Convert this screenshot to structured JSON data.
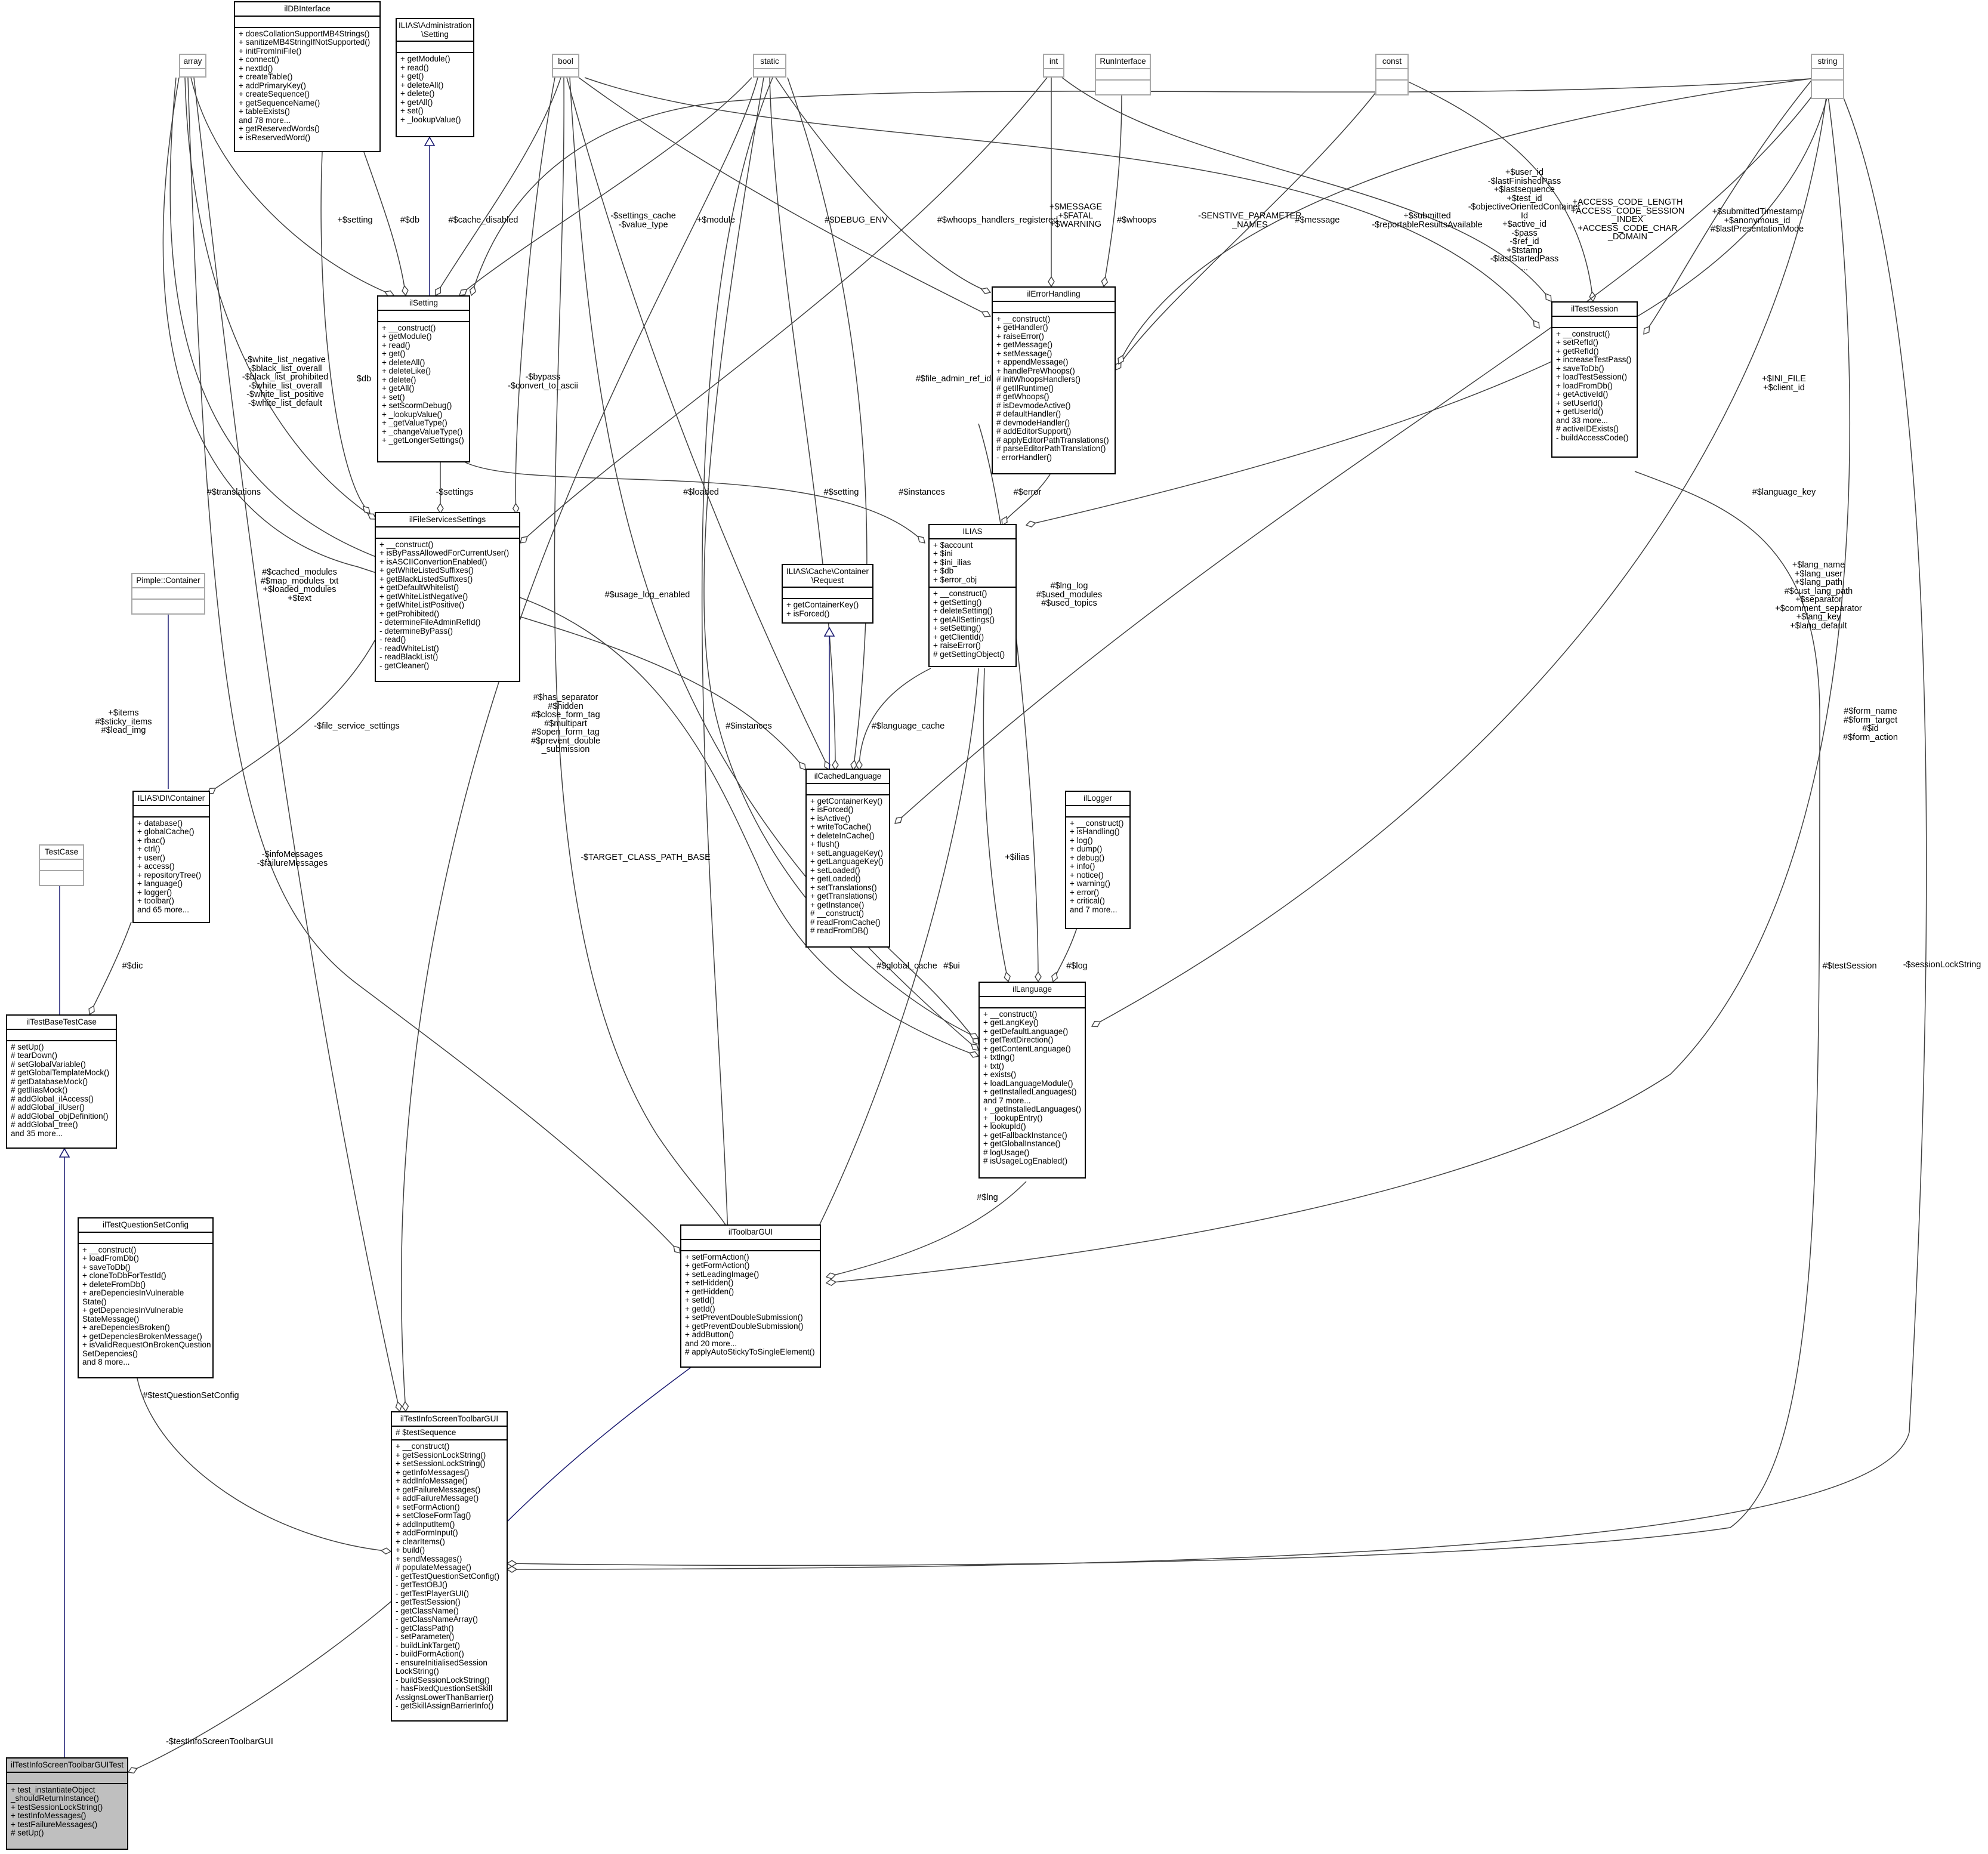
{
  "classes": {
    "array": {
      "title": "array",
      "sections": [
        [],
        []
      ]
    },
    "ilDBInterface": {
      "title": "ilDBInterface",
      "sections": [
        [],
        [
          "+ doesCollationSupportMB4Strings()",
          "+ sanitizeMB4StringIfNotSupported()",
          "+ initFromIniFile()",
          "+ connect()",
          "+ nextId()",
          "+ createTable()",
          "+ addPrimaryKey()",
          "+ createSequence()",
          "+ getSequenceName()",
          "+ tableExists()",
          "and 78 more...",
          "+ getReservedWords()",
          "+ isReservedWord()"
        ]
      ]
    },
    "ILIASAdministrationSetting": {
      "title": "ILIAS\\Administration\n\\Setting",
      "sections": [
        [],
        [
          "+ getModule()",
          "+ read()",
          "+ get()",
          "+ deleteAll()",
          "+ delete()",
          "+ getAll()",
          "+ set()",
          "+ _lookupValue()"
        ]
      ]
    },
    "bool": {
      "title": "bool",
      "sections": [
        [],
        []
      ]
    },
    "static": {
      "title": "static",
      "sections": [
        [],
        []
      ]
    },
    "int": {
      "title": "int",
      "sections": [
        [],
        []
      ]
    },
    "RunInterface": {
      "title": "RunInterface",
      "sections": [
        [],
        []
      ]
    },
    "const": {
      "title": "const",
      "sections": [
        [],
        []
      ]
    },
    "string": {
      "title": "string",
      "sections": [
        [],
        []
      ]
    },
    "ilSetting": {
      "title": "ilSetting",
      "sections": [
        [],
        [
          "+ __construct()",
          "+ getModule()",
          "+ read()",
          "+ get()",
          "+ deleteAll()",
          "+ deleteLike()",
          "+ delete()",
          "+ getAll()",
          "+ set()",
          "+ setScormDebug()",
          "+ _lookupValue()",
          "+ _getValueType()",
          "+ _changeValueType()",
          "+ _getLongerSettings()"
        ]
      ]
    },
    "ilErrorHandling": {
      "title": "ilErrorHandling",
      "sections": [
        [],
        [
          "+ __construct()",
          "+ getHandler()",
          "+ raiseError()",
          "+ getMessage()",
          "+ setMessage()",
          "+ appendMessage()",
          "+ handlePreWhoops()",
          "# initWhoopsHandlers()",
          "# getIlRuntime()",
          "# getWhoops()",
          "# isDevmodeActive()",
          "# defaultHandler()",
          "# devmodeHandler()",
          "# addEditorSupport()",
          "# applyEditorPathTranslations()",
          "# parseEditorPathTranslation()",
          "- errorHandler()"
        ]
      ]
    },
    "ilTestSession": {
      "title": "ilTestSession",
      "sections": [
        [],
        [
          "+ __construct()",
          "+ setRefId()",
          "+ getRefId()",
          "+ increaseTestPass()",
          "+ saveToDb()",
          "+ loadTestSession()",
          "+ loadFromDb()",
          "+ getActiveId()",
          "+ setUserId()",
          "+ getUserId()",
          "and 33 more...",
          "# activeIDExists()",
          "- buildAccessCode()"
        ]
      ]
    },
    "ilFileServicesSettings": {
      "title": "ilFileServicesSettings",
      "sections": [
        [],
        [
          "+ __construct()",
          "+ isByPassAllowedForCurrentUser()",
          "+ isASCIIConvertionEnabled()",
          "+ getWhiteListedSuffixes()",
          "+ getBlackListedSuffixes()",
          "+ getDefaultWhitelist()",
          "+ getWhiteListNegative()",
          "+ getWhiteListPositive()",
          "+ getProhibited()",
          "- determineFileAdminRefId()",
          "- determineByPass()",
          "- read()",
          "- readWhiteList()",
          "- readBlackList()",
          "- getCleaner()"
        ]
      ]
    },
    "ILIAS": {
      "title": "ILIAS",
      "sections": [
        [
          "+ $account",
          "+ $ini",
          "+ $ini_ilias",
          "+ $db",
          "+ $error_obj"
        ],
        [
          "+ __construct()",
          "+ getSetting()",
          "+ deleteSetting()",
          "+ getAllSettings()",
          "+ setSetting()",
          "+ getClientId()",
          "+ raiseError()",
          "# getSettingObject()"
        ]
      ]
    },
    "PimpleContainer": {
      "title": "Pimple::Container",
      "sections": [
        [],
        []
      ]
    },
    "ILIASCacheContainerRequest": {
      "title": "ILIAS\\Cache\\Container\n\\Request",
      "sections": [
        [],
        [
          "+ getContainerKey()",
          "+ isForced()"
        ]
      ]
    },
    "ILIASDIContainer": {
      "title": "ILIAS\\DI\\Container",
      "sections": [
        [],
        [
          "+ database()",
          "+ globalCache()",
          "+ rbac()",
          "+ ctrl()",
          "+ user()",
          "+ access()",
          "+ repositoryTree()",
          "+ language()",
          "+ logger()",
          "+ toolbar()",
          "and 65 more..."
        ]
      ]
    },
    "ilCachedLanguage": {
      "title": "ilCachedLanguage",
      "sections": [
        [],
        [
          "+ getContainerKey()",
          "+ isForced()",
          "+ isActive()",
          "+ writeToCache()",
          "+ deleteInCache()",
          "+ flush()",
          "+ setLanguageKey()",
          "+ getLanguageKey()",
          "+ setLoaded()",
          "+ getLoaded()",
          "+ setTranslations()",
          "+ getTranslations()",
          "+ getInstance()",
          "# __construct()",
          "# readFromCache()",
          "# readFromDB()"
        ]
      ]
    },
    "ilLogger": {
      "title": "ilLogger",
      "sections": [
        [],
        [
          "+ __construct()",
          "+ isHandling()",
          "+ log()",
          "+ dump()",
          "+ debug()",
          "+ info()",
          "+ notice()",
          "+ warning()",
          "+ error()",
          "+ critical()",
          "and 7 more..."
        ]
      ]
    },
    "TestCase": {
      "title": "TestCase",
      "sections": [
        [],
        []
      ]
    },
    "ilTestBaseTestCase": {
      "title": "ilTestBaseTestCase",
      "sections": [
        [],
        [
          "# setUp()",
          "# tearDown()",
          "# setGlobalVariable()",
          "# getGlobalTemplateMock()",
          "# getDatabaseMock()",
          "# getIliasMock()",
          "# addGlobal_ilAccess()",
          "# addGlobal_ilUser()",
          "# addGlobal_objDefinition()",
          "# addGlobal_tree()",
          "and 35 more..."
        ]
      ]
    },
    "ilLanguage": {
      "title": "ilLanguage",
      "sections": [
        [],
        [
          "+ __construct()",
          "+ getLangKey()",
          "+ getDefaultLanguage()",
          "+ getTextDirection()",
          "+ getContentLanguage()",
          "+ txtlng()",
          "+ txt()",
          "+ exists()",
          "+ loadLanguageModule()",
          "+ getInstalledLanguages()",
          "and 7 more...",
          "+ _getInstalledLanguages()",
          "+ _lookupEntry()",
          "+ lookupId()",
          "+ getFallbackInstance()",
          "+ getGlobalInstance()",
          "# logUsage()",
          "# isUsageLogEnabled()"
        ]
      ]
    },
    "ilTestQuestionSetConfig": {
      "title": "ilTestQuestionSetConfig",
      "sections": [
        [],
        [
          "+ __construct()",
          "+ loadFromDb()",
          "+ saveToDb()",
          "+ cloneToDbForTestId()",
          "+ deleteFromDb()",
          "+ areDepenciesInVulnerable",
          "State()",
          "+ getDepenciesInVulnerable",
          "StateMessage()",
          "+ areDepenciesBroken()",
          "+ getDepenciesBrokenMessage()",
          "+ isValidRequestOnBrokenQuestion",
          "SetDepencies()",
          "and 8 more..."
        ]
      ]
    },
    "ilToolbarGUI": {
      "title": "ilToolbarGUI",
      "sections": [
        [],
        [
          "+ setFormAction()",
          "+ getFormAction()",
          "+ setLeadingImage()",
          "+ setHidden()",
          "+ getHidden()",
          "+ setId()",
          "+ getId()",
          "+ setPreventDoubleSubmission()",
          "+ getPreventDoubleSubmission()",
          "+ addButton()",
          "and 20 more...",
          "# applyAutoStickyToSingleElement()"
        ]
      ]
    },
    "ilTestInfoScreenToolbarGUI": {
      "title": "ilTestInfoScreenToolbarGUI",
      "sections": [
        [
          "# $testSequence"
        ],
        [
          "+ __construct()",
          "+ getSessionLockString()",
          "+ setSessionLockString()",
          "+ getInfoMessages()",
          "+ addInfoMessage()",
          "+ getFailureMessages()",
          "+ addFailureMessage()",
          "+ setFormAction()",
          "+ setCloseFormTag()",
          "+ addInputItem()",
          "+ addFormInput()",
          "+ clearItems()",
          "+ build()",
          "+ sendMessages()",
          "# populateMessage()",
          "- getTestQuestionSetConfig()",
          "- getTestOBJ()",
          "- getTestPlayerGUI()",
          "- getTestSession()",
          "- getClassName()",
          "- getClassNameArray()",
          "- getClassPath()",
          "- setParameter()",
          "- buildLinkTarget()",
          "- buildFormAction()",
          "- ensureInitialisedSession",
          "LockString()",
          "- buildSessionLockString()",
          "- hasFixedQuestionSetSkill",
          "AssignsLowerThanBarrier()",
          "- getSkillAssignBarrierInfo()"
        ]
      ]
    },
    "ilTestInfoScreenToolbarGUITest": {
      "title": "ilTestInfoScreenToolbarGUITest",
      "sections": [
        [],
        [
          "+ test_instantiateObject",
          "_shouldReturnInstance()",
          "+ testSessionLockString()",
          "+ testInfoMessages()",
          "+ testFailureMessages()",
          "# setUp()"
        ]
      ]
    }
  },
  "edge_labels": {
    "e1": "+$setting",
    "e2": "#$db",
    "e3": "#$cache_disabled",
    "e4": "-$settings_cache\n-$value_type",
    "e5": "+$module",
    "e6": "#$DEBUG_ENV",
    "e7": "#$whoops_handlers_registered",
    "e8": "+$MESSAGE\n+$FATAL\n+$WARNING",
    "e9": "#$whoops",
    "e10": "-SENSTIVE_PARAMETER\n_NAMES",
    "e11": "#$message",
    "e12": "+$submitted\n-$reportableResultsAvailable",
    "e13": "+$user_id\n-$lastFinishedPass\n+$lastsequence\n+$test_id\n-$objectiveOrientedContainer\nId\n+$active_id\n-$pass\n-$ref_id\n+$tstamp\n-$lastStartedPass\n...",
    "e14": "+ACCESS_CODE_LENGTH\n+ACCESS_CODE_SESSION\n_INDEX\n+ACCESS_CODE_CHAR\n_DOMAIN",
    "e15": "+$submittedTimestamp\n+$anonymous_id\n#$lastPresentationMode",
    "e16": "-$white_list_negative\n-$black_list_overall\n-$black_list_prohibited\n-$white_list_overall\n-$white_list_positive\n-$white_list_default",
    "e17": "$db",
    "e18": "-$bypass\n-$convert_to_ascii",
    "e19": "-$settings",
    "e20": "#$file_admin_ref_id",
    "e21": "#$error",
    "e22": "#$translations",
    "e23": "#$loaded",
    "e24": "#$setting",
    "e25": "#$instances",
    "e26": "+$INI_FILE\n+$client_id",
    "e27": "#$language_key",
    "e28": "#$cached_modules\n#$map_modules_txt\n+$loaded_modules\n+$text",
    "e29": "#$usage_log_enabled",
    "e30": "#$lng_log\n#$used_modules\n#$used_topics",
    "e31": "+$lang_name\n+$lang_user\n+$lang_path\n#$cust_lang_path\n+$separator\n+$comment_separator\n+$lang_key\n+$lang_default",
    "e32": "-$file_service_settings",
    "e33": "#$language_cache",
    "e34": "+$items\n#$sticky_items\n#$lead_img",
    "e35": "#$has_separator\n#$hidden\n#$close_form_tag\n#$multipart\n#$open_form_tag\n#$prevent_double\n_submission",
    "e36": "#$instances",
    "e37": "#$form_name\n#$form_target\n#$id\n#$form_action",
    "e38": "-$infoMessages\n-$failureMessages",
    "e39": "-$TARGET_CLASS_PATH_BASE",
    "e40": "+$ilias",
    "e41": "#$dic",
    "e42": "#$global_cache",
    "e43": "#$ui",
    "e44": "#$log",
    "e45": "-$sessionLockString",
    "e46": "#$testSession",
    "e47": "#$lng",
    "e48": "#$testQuestionSetConfig",
    "e49": "-$testInfoScreenToolbarGUI"
  },
  "colors": {
    "border": "#000000",
    "grey_border": "#a8a8a8",
    "highlight_fill": "#bfbfbf",
    "inheritance_edge": "#191970",
    "edge": "#404040"
  }
}
